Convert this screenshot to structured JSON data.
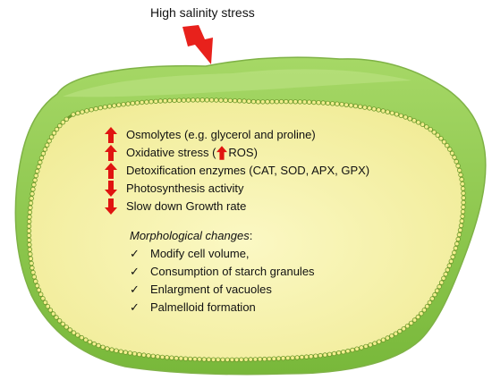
{
  "stress": {
    "label": "High salinity stress",
    "icon": "lightning-bolt-icon",
    "color": "#e8211c"
  },
  "cell": {
    "outer_color": "#8fcb4f",
    "inner_color": "#f8f3ad",
    "membrane_color": "#6c9a2d"
  },
  "effects": [
    {
      "direction": "up",
      "text": "Osmolytes (e.g. glycerol and proline)"
    },
    {
      "direction": "up",
      "text_before": "Oxidative stress (",
      "inline_direction": "up",
      "text_after": "ROS)"
    },
    {
      "direction": "up",
      "text": "Detoxification enzymes (CAT, SOD, APX, GPX)"
    },
    {
      "direction": "down",
      "text": "Photosynthesis activity"
    },
    {
      "direction": "down",
      "text": "Slow down Growth rate"
    }
  ],
  "morphology": {
    "title": "Morphological changes",
    "title_suffix": ":",
    "check_icon": "checkmark-icon",
    "check_glyph": "✓",
    "items": [
      "Modify cell volume,",
      "Consumption of starch granules",
      "Enlargment of vacuoles",
      "Palmelloid formation"
    ]
  },
  "arrow_color": "#e01410"
}
